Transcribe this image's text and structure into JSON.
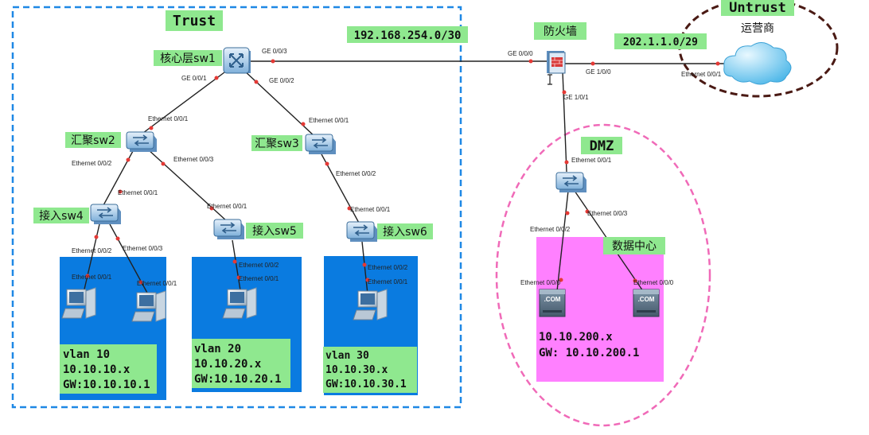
{
  "zones": {
    "trust": "Trust",
    "untrust": "Untrust",
    "dmz": "DMZ"
  },
  "subnets": {
    "fw_core": "192.168.254.0/30",
    "fw_isp": "202.1.1.0/29"
  },
  "nodes": {
    "core": "核心层sw1",
    "agg2": "汇聚sw2",
    "agg3": "汇聚sw3",
    "acc4": "接入sw4",
    "acc5": "接入sw5",
    "acc6": "接入sw6",
    "firewall": "防火墙",
    "isp": "运营商",
    "datacenter": "数据中心"
  },
  "ports": {
    "core_fw": "GE 0/0/3",
    "core_agg2": "GE 0/0/1",
    "core_agg3": "GE 0/0/2",
    "fw_core": "GE 0/0/0",
    "fw_isp": "GE 1/0/0",
    "fw_dmz": "GE 1/0/1",
    "isp_fw": "Ethernet 0/0/1",
    "agg2_up": "Ethernet 0/0/1",
    "agg2_acc4": "Ethernet 0/0/2",
    "agg2_acc5": "Ethernet 0/0/3",
    "agg3_up": "Ethernet 0/0/1",
    "agg3_acc6": "Ethernet 0/0/2",
    "acc4_up": "Ethernet 0/0/1",
    "acc4_pc1": "Ethernet 0/0/2",
    "acc4_pc2": "Ethernet 0/0/3",
    "pc1": "Ethernet 0/0/1",
    "pc2": "Ethernet 0/0/1",
    "acc5_up": "Ethernet 0/0/1",
    "acc5_pc": "Ethernet 0/0/2",
    "pc3": "Ethernet 0/0/1",
    "acc6_up": "Ethernet 0/0/1",
    "acc6_pc": "Ethernet 0/0/2",
    "pc4": "Ethernet 0/0/1",
    "dmz_up": "Ethernet 0/0/1",
    "dmz_srv1": "Ethernet 0/0/2",
    "dmz_srv2": "Ethernet 0/0/3",
    "srv1": "Ethernet 0/0/0",
    "srv2": "Ethernet 0/0/0"
  },
  "vlans": [
    {
      "name": "vlan 10",
      "subnet": "10.10.10.x",
      "gw": "GW:10.10.10.1"
    },
    {
      "name": "vlan 20",
      "subnet": "10.10.20.x",
      "gw": "GW:10.10.20.1"
    },
    {
      "name": "vlan 30",
      "subnet": "10.10.30.x",
      "gw": "GW:10.10.30.1"
    }
  ],
  "dmz_info": {
    "subnet": "10.10.200.x",
    "gw": "GW: 10.10.200.1"
  },
  "server_badge": ".COM",
  "colors": {
    "trust_border": "#1e88e5",
    "lan_fill": "#0a7be0",
    "dmz_border": "#f06ab8",
    "datacenter_fill": "#ff80ff",
    "untrust_border": "#4a1a14",
    "label_green": "#8fe88f",
    "port_dot": "#e53935"
  }
}
